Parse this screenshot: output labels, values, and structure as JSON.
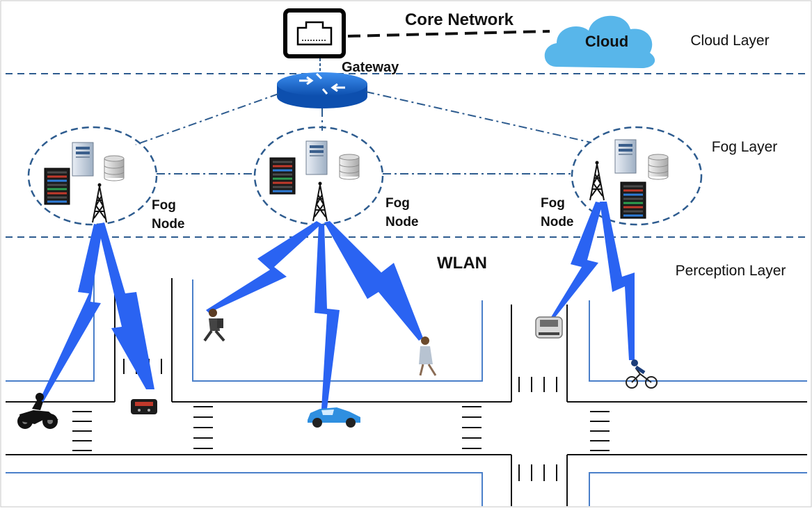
{
  "colors": {
    "dashed_line": "#2e5c8f",
    "road_line": "#111111",
    "lane_line": "#4a7fc9",
    "signal": "#2a63f2",
    "cloud": "#58b6ea",
    "router": "#1f6fd1"
  },
  "core_network": {
    "label": "Core Network"
  },
  "gateway": {
    "label": "Gateway",
    "icon": "ethernet-port-icon"
  },
  "cloud": {
    "label": "Cloud",
    "icon": "cloud-icon"
  },
  "layers": {
    "cloud": "Cloud Layer",
    "fog": "Fog Layer",
    "perception": "Perception Layer"
  },
  "router": {
    "icon": "router-icon"
  },
  "fog_nodes": [
    {
      "label_line1": "Fog",
      "label_line2": "Node"
    },
    {
      "label_line1": "Fog",
      "label_line2": "Node"
    },
    {
      "label_line1": "Fog",
      "label_line2": "Node"
    }
  ],
  "wlan": {
    "label": "WLAN"
  },
  "perception_devices": [
    "motorcycle-icon",
    "sensor-box-icon",
    "walking-man-icon",
    "car-icon",
    "walking-woman-icon",
    "suv-icon",
    "cyclist-icon"
  ]
}
